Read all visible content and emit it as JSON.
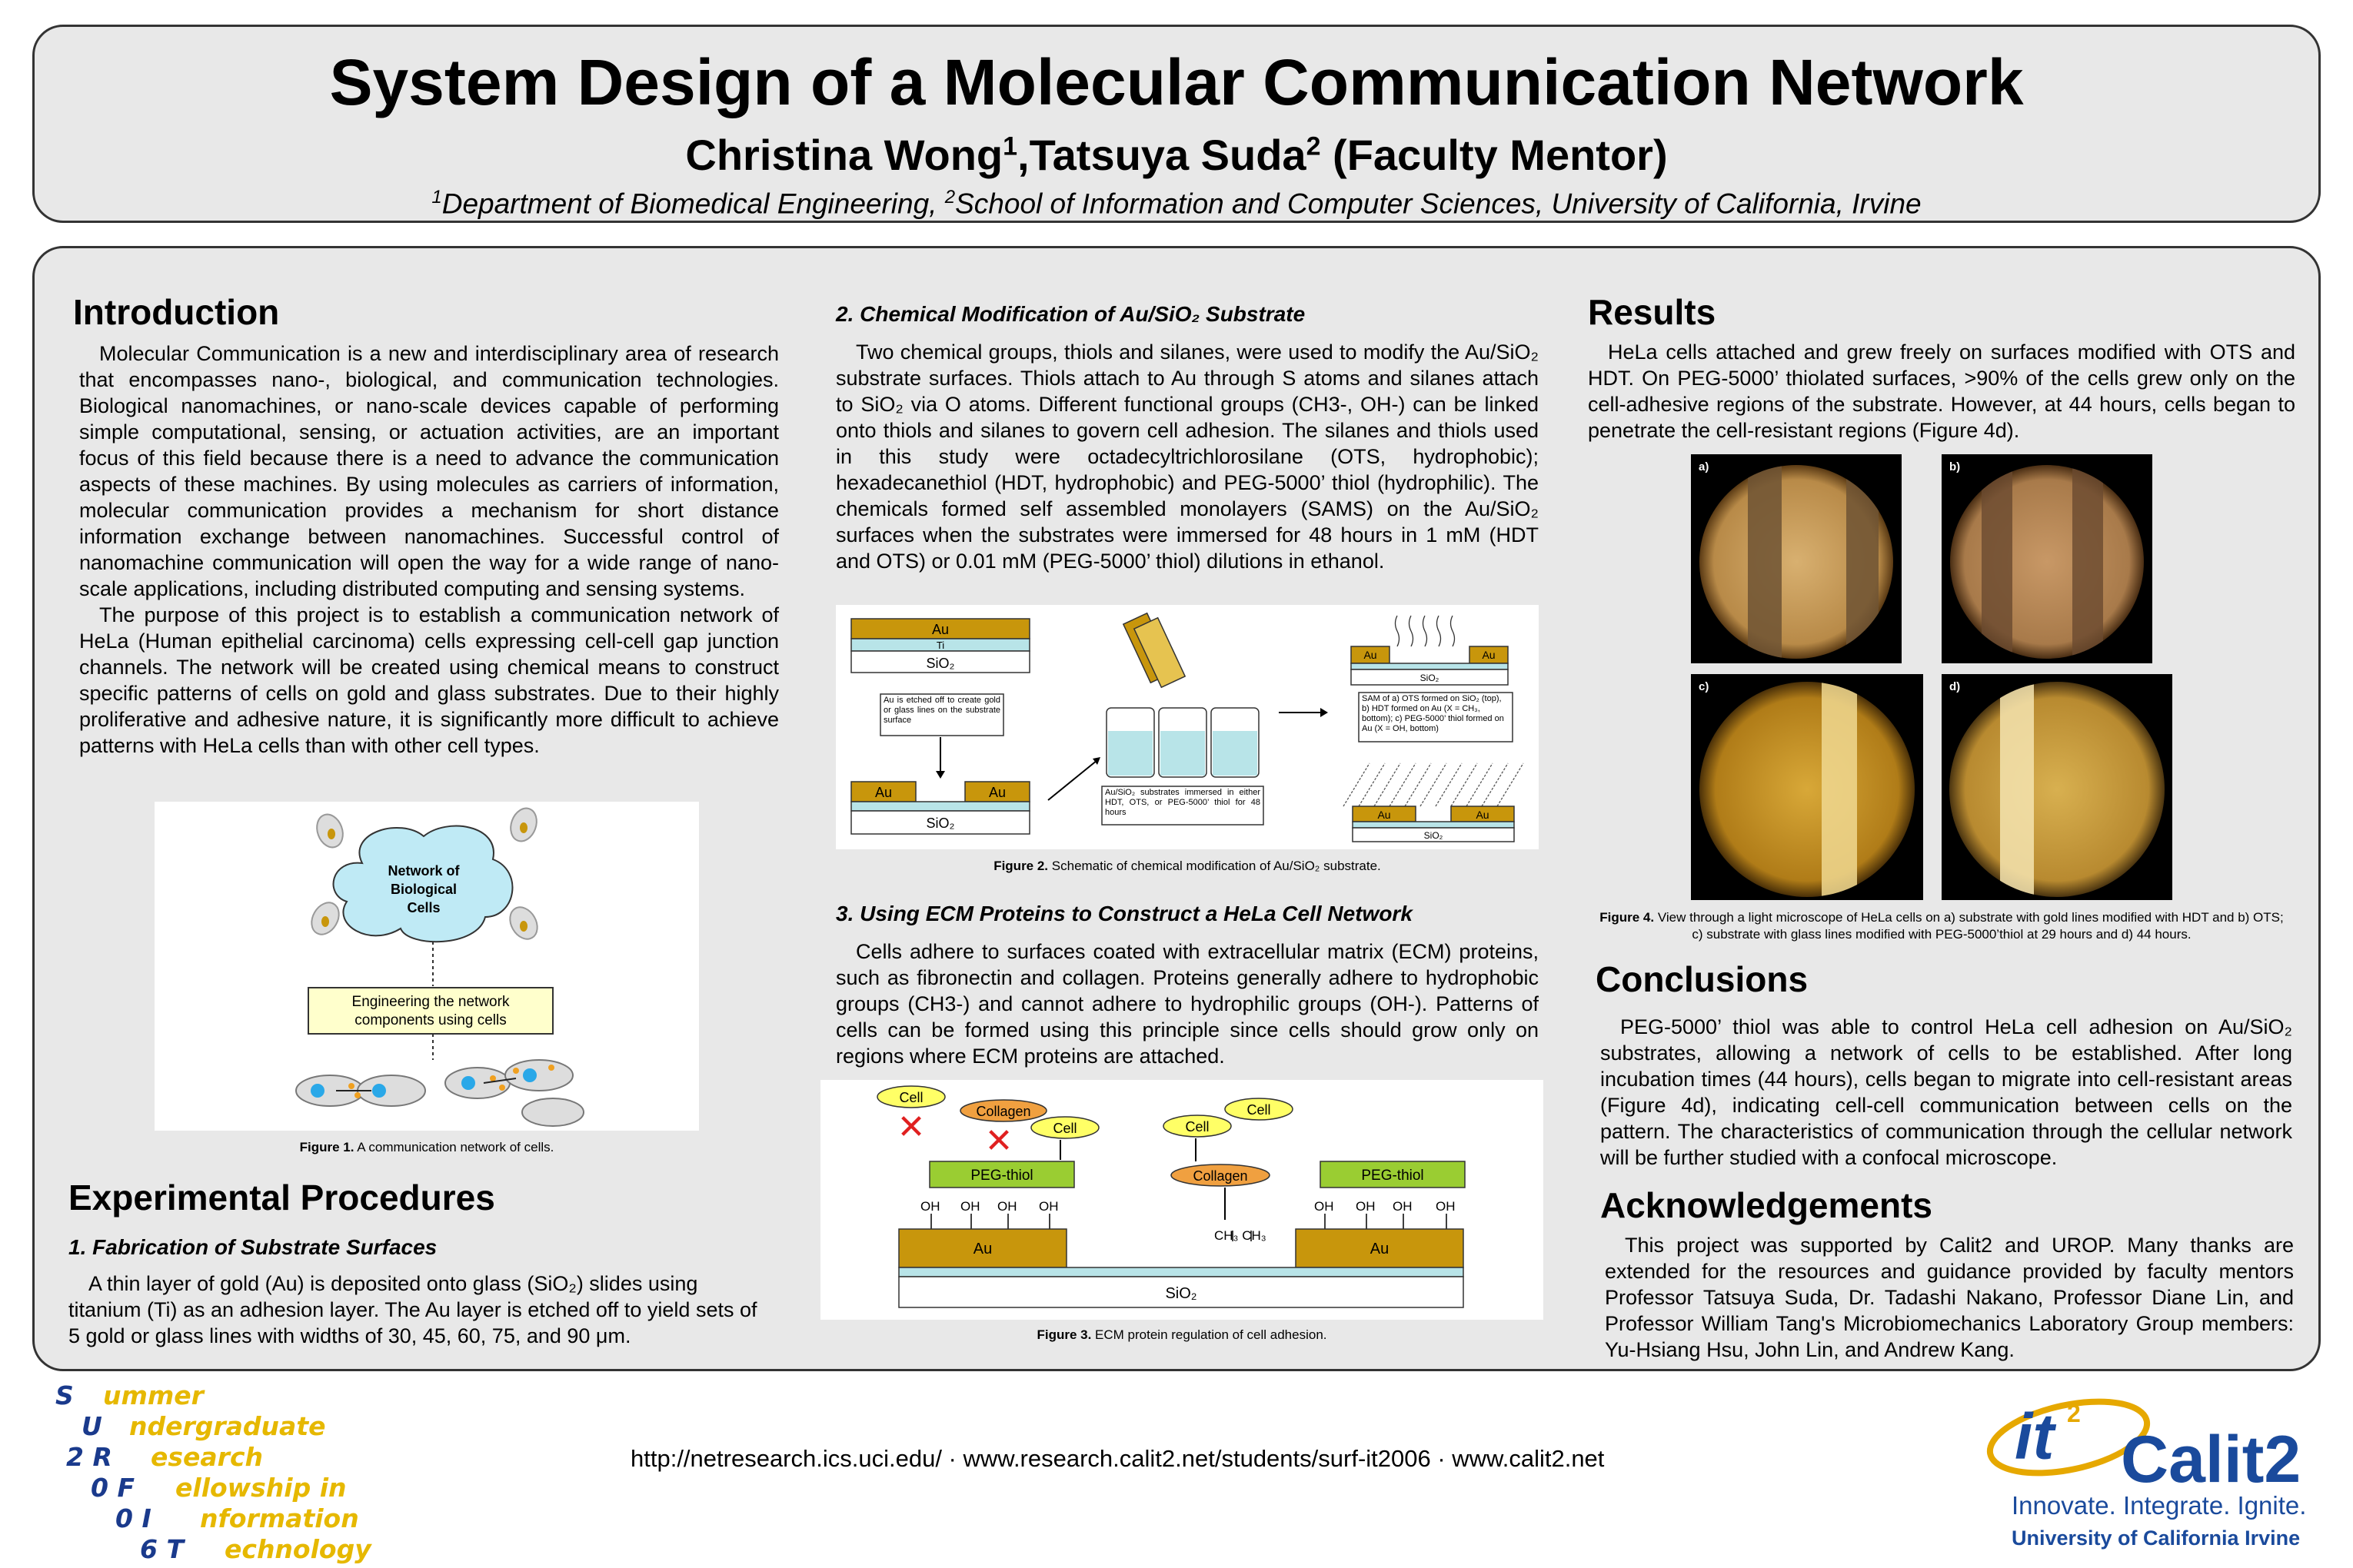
{
  "header": {
    "title": "System Design of a Molecular Communication Network",
    "authors": "Christina Wong",
    "author1_sup": "1",
    "author2": ",Tatsuya Suda",
    "author2_sup": "2",
    "mentor": " (Faculty Mentor)",
    "affil_sup1": "1",
    "affil1": "Department of Biomedical Engineering, ",
    "affil_sup2": "2",
    "affil2": "School of Information and Computer Sciences, University of California, Irvine"
  },
  "intro": {
    "heading": "Introduction",
    "p1": "Molecular Communication is a new and interdisciplinary area of research that encompasses nano-, biological, and communication technologies. Biological nanomachines, or nano-scale devices capable of performing simple computational, sensing, or actuation activities, are an important focus of this field because there is a need to advance the communication aspects of these machines. By using molecules as carriers of information, molecular communication provides a mechanism for short distance information exchange between nanomachines. Successful control of nanomachine communication will open the way for a wide range of nano-scale applications, including distributed computing and sensing systems.",
    "p2": "The purpose of this project is to establish a communication network of HeLa (Human epithelial carcinoma) cells expressing cell-cell gap junction channels. The network will be created using chemical means to construct specific patterns of cells on gold and glass substrates. Due to their highly proliferative and adhesive nature, it is significantly more difficult to achieve patterns with HeLa cells than with other cell types."
  },
  "figure1": {
    "cloud_text": [
      "Network of",
      "Biological",
      "Cells"
    ],
    "box_text": [
      "Engineering the network",
      "components using cells"
    ],
    "caption_bold": "Figure 1.",
    "caption": " A communication network of cells."
  },
  "procedures": {
    "heading": "Experimental Procedures",
    "sub1": "1. Fabrication of Substrate Surfaces",
    "p1": "A thin layer of gold (Au) is deposited onto glass  (SiO₂) slides using titanium (Ti) as an adhesion layer. The Au layer is etched off to yield sets of 5 gold or glass lines with widths of 30, 45, 60, 75, and 90 μm.",
    "sub2": "2. Chemical Modification of Au/SiO₂ Substrate",
    "p2": "Two chemical groups, thiols and silanes, were used to modify the Au/SiO₂ substrate surfaces. Thiols attach to Au through S atoms and silanes attach to SiO₂ via O atoms. Different functional groups (CH3-, OH-) can be linked onto thiols and silanes to govern cell adhesion. The silanes and thiols used in this study were octadecyltrichlorosilane (OTS, hydrophobic); hexadecanethiol (HDT, hydrophobic) and PEG-5000’ thiol (hydrophilic). The chemicals formed self assembled monolayers (SAMS) on the Au/SiO₂ surfaces when the substrates were immersed for 48 hours in 1 mM (HDT and OTS) or 0.01 mM (PEG-5000’ thiol) dilutions in ethanol.",
    "sub3": "3. Using ECM Proteins to Construct a HeLa Cell Network",
    "p3": "Cells adhere to surfaces coated with extracellular matrix (ECM) proteins, such as fibronectin and collagen. Proteins generally adhere to hydrophobic groups (CH3-) and cannot adhere to hydrophilic groups (OH-). Patterns of cells can be formed using this principle since cells should grow only on regions where ECM proteins are attached."
  },
  "figure2": {
    "au": "Au",
    "ti": "Ti",
    "sio2": "SiO₂",
    "etch_note": "Au is etched off to create gold or glass lines on the substrate surface",
    "immerse_note": "Au/SiO₂ substrates immersed in either HDT, OTS, or PEG-5000’ thiol for 48 hours",
    "sam_note": "SAM of a) OTS formed on SiO₂ (top), b) HDT formed on Au (X = CH₃, bottom); c) PEG-5000’ thiol formed on Au (X = OH, bottom)",
    "caption_bold": "Figure 2.",
    "caption": " Schematic of chemical modification of Au/SiO₂ substrate."
  },
  "figure3": {
    "cell": "Cell",
    "collagen": "Collagen",
    "peg": "PEG-thiol",
    "oh": "OH",
    "ch3": "CH₃ CH₃",
    "au": "Au",
    "sio2": "SiO₂",
    "caption_bold": "Figure 3.",
    "caption": " ECM protein regulation of cell adhesion."
  },
  "results": {
    "heading": "Results",
    "p1": "HeLa cells attached and grew freely on surfaces modified with OTS and HDT.  On PEG-5000’ thiolated surfaces, >90% of the cells grew only on the cell-adhesive regions of the substrate. However,  at 44 hours, cells began to penetrate the cell-resistant regions (Figure 4d).",
    "labels": [
      "a)",
      "b)",
      "c)",
      "d)"
    ],
    "caption_bold": "Figure 4.",
    "caption": " View through a light microscope of HeLa cells on a) substrate with gold lines modified with HDT and b) OTS; c) substrate with glass lines modified with PEG-5000’thiol at 29 hours and d) 44 hours."
  },
  "conclusions": {
    "heading": "Conclusions",
    "p1": "PEG-5000’ thiol was able to control HeLa cell adhesion on Au/SiO₂ substrates, allowing a network of cells to be established. After long incubation times (44 hours), cells began to migrate into cell-resistant areas (Figure 4d), indicating cell-cell communication between cells on the pattern. The characteristics of communication through the cellular network will be further studied with a confocal microscope."
  },
  "acknowledgements": {
    "heading": "Acknowledgements",
    "p1": "This project was supported by Calit2 and UROP. Many thanks are extended for the resources and guidance provided by faculty mentors Professor Tatsuya Suda, Dr. Tadashi Nakano, Professor Diane Lin, and Professor William Tang's Microbiomechanics Laboratory Group members: Yu-Hsiang Hsu, John Lin, and Andrew Kang."
  },
  "footer": {
    "links": "http://netresearch.ics.uci.edu/  ·  www.research.calit2.net/students/surf-it2006  ·  www.calit2.net",
    "surf": [
      {
        "k": "S",
        "w": "ummer"
      },
      {
        "k": "U",
        "w": "ndergraduate"
      },
      {
        "k": "2  R",
        "w": "esearch"
      },
      {
        "k": "0  F",
        "w": "ellowship in"
      },
      {
        "k": "0  I",
        "w": "nformation"
      },
      {
        "k": "6  T",
        "w": "echnology"
      }
    ],
    "logo_it": "it",
    "logo_sup": "2",
    "logo_name": "Calit2",
    "tagline": "Innovate. Integrate. Ignite.",
    "university": "University of California Irvine"
  },
  "colors": {
    "gold": "#c8960c",
    "cyan": "#b8e4e8",
    "peg_green": "#9acd32",
    "collagen_orange": "#f0a040",
    "cell_yellow": "#ffff66",
    "calit2_blue": "#1a4a9c",
    "calit2_gold": "#e6a800"
  }
}
